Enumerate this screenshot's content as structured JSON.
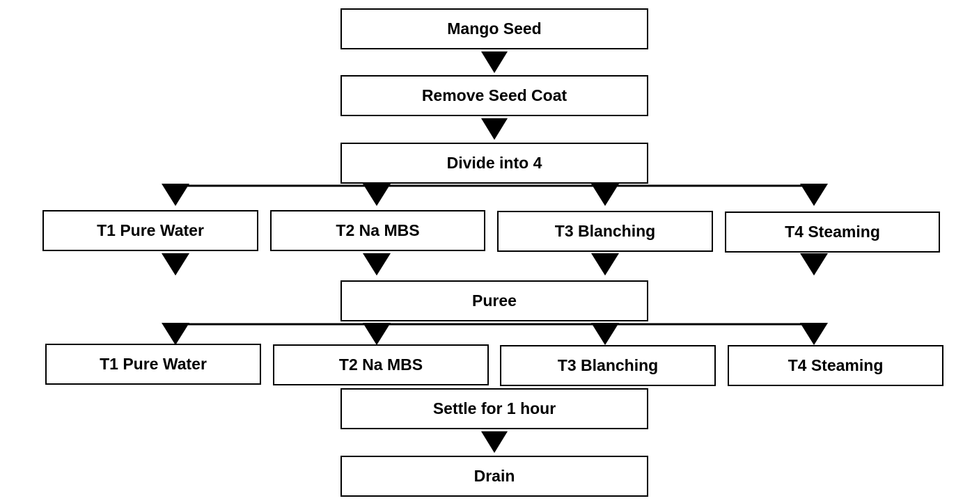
{
  "diagram": {
    "steps": {
      "mango_seed": "Mango Seed",
      "remove_seed_coat": "Remove Seed Coat",
      "divide": "Divide into 4",
      "puree": "Puree",
      "settle": "Settle for 1 hour",
      "drain": "Drain"
    },
    "treatments_row1": [
      "T1 Pure Water",
      "T2 Na MBS",
      "T3 Blanching",
      "T4 Steaming"
    ],
    "treatments_row2": [
      "T1 Pure Water",
      "T2 Na MBS",
      "T3 Blanching",
      "T4 Steaming"
    ],
    "colors": {
      "stroke": "#000000",
      "fill": "#ffffff",
      "text": "#000000"
    }
  }
}
